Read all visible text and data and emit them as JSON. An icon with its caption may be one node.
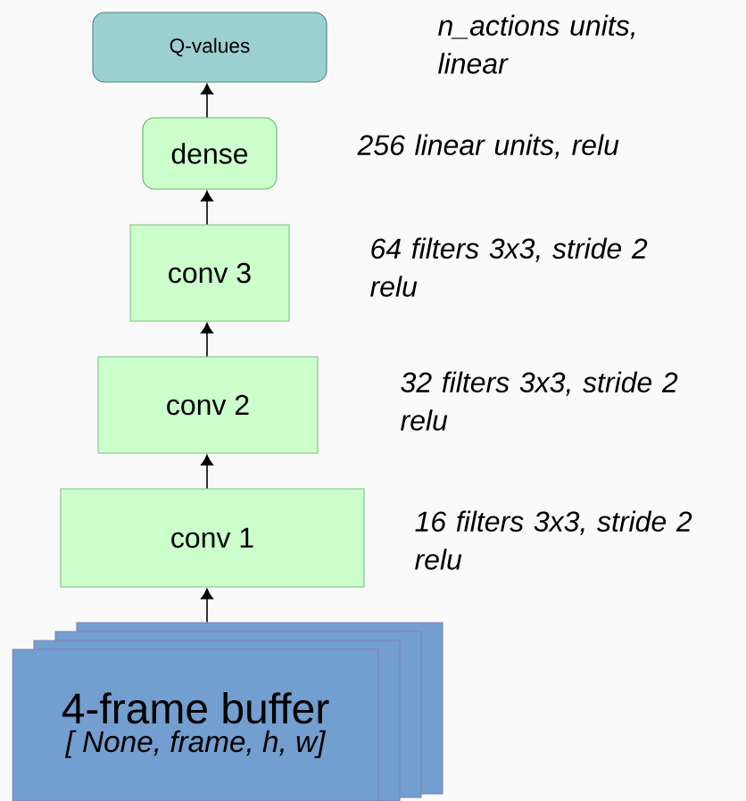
{
  "diagram": {
    "nodes": [
      {
        "text": [
          "Q-values"
        ],
        "beside": [
          "n_actions units, linear"
        ]
      },
      {
        "text": [
          "dense"
        ],
        "beside": [
          "256 linear units, relu"
        ]
      },
      {
        "text": [
          "conv 3"
        ],
        "beside": [
          "64 filters 3x3, stride 2 relu"
        ]
      },
      {
        "text": [
          "conv 2"
        ],
        "beside": [
          "32 filters 3x3, stride 2 relu"
        ]
      },
      {
        "text": [
          "conv 1"
        ],
        "beside": [
          "16 filters 3x3, stride 2 relu"
        ]
      },
      {
        "text": [
          "4-frame buffer",
          "[ None, frame, h, w]"
        ]
      }
    ],
    "edges": [
      {
        "from": 5,
        "to": 4,
        "arrow": "to"
      },
      {
        "from": 4,
        "to": 3,
        "arrow": "to"
      },
      {
        "from": 3,
        "to": 2,
        "arrow": "to"
      },
      {
        "from": 2,
        "to": 1,
        "arrow": "to"
      },
      {
        "from": 1,
        "to": 0,
        "arrow": "to"
      }
    ]
  }
}
